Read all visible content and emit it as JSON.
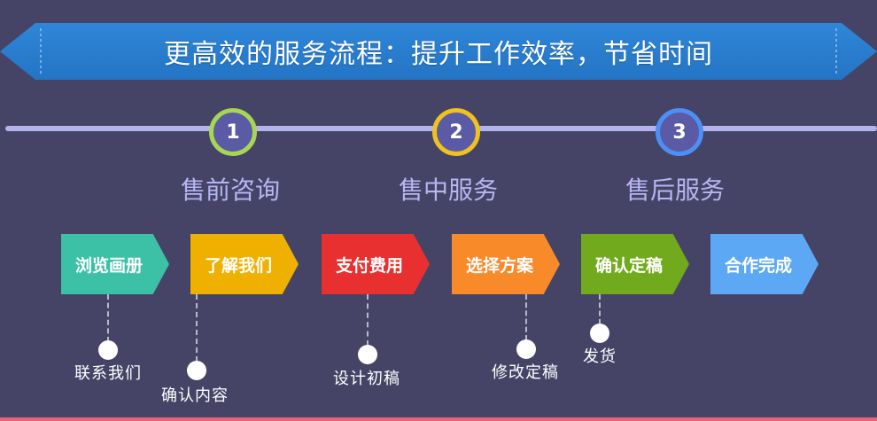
{
  "banner": {
    "title": "更高效的服务流程：提升工作效率，节省时间"
  },
  "steps": [
    {
      "number": "1",
      "label": "售前咨询",
      "ring_color": "#a7d652"
    },
    {
      "number": "2",
      "label": "售中服务",
      "ring_color": "#f0c21e"
    },
    {
      "number": "3",
      "label": "售后服务",
      "ring_color": "#4d8ff5"
    }
  ],
  "process": [
    {
      "label": "浏览画册",
      "color": "#3cc0a6"
    },
    {
      "label": "了解我们",
      "color": "#f0b000"
    },
    {
      "label": "支付费用",
      "color": "#e83030"
    },
    {
      "label": "选择方案",
      "color": "#f88a2a"
    },
    {
      "label": "确认定稿",
      "color": "#72aa1e"
    },
    {
      "label": "合作完成",
      "color": "#5ca8f4"
    }
  ],
  "sub_steps": [
    {
      "label": "联系我们"
    },
    {
      "label": "确认内容"
    },
    {
      "label": "设计初稿"
    },
    {
      "label": "修改定稿"
    },
    {
      "label": "发货"
    }
  ]
}
